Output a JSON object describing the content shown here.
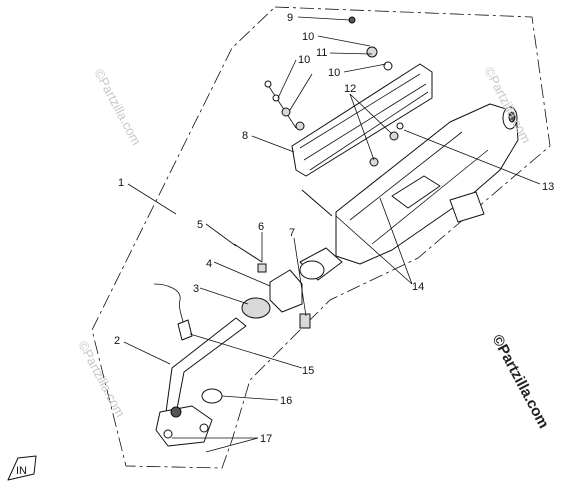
{
  "diagram": {
    "callouts": [
      "1",
      "2",
      "3",
      "4",
      "5",
      "6",
      "7",
      "8",
      "9",
      "10",
      "10",
      "11",
      "10",
      "12",
      "13",
      "14",
      "15",
      "16",
      "17"
    ],
    "watermark_faint": "©Partzilla.com",
    "watermark_strong": "©Partzilla.com",
    "direction_badge": "IN"
  }
}
